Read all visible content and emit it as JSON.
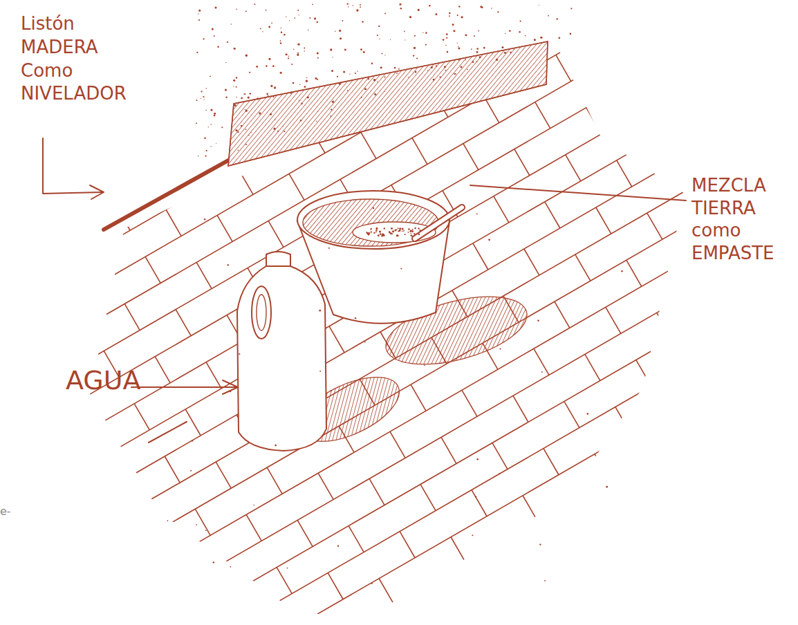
{
  "diagram": {
    "labels": [
      "Listón MADERA Como NIVELADOR",
      "MEZCLA TIERRA como EMPASTE",
      "AGUA",
      "e-"
    ]
  }
}
